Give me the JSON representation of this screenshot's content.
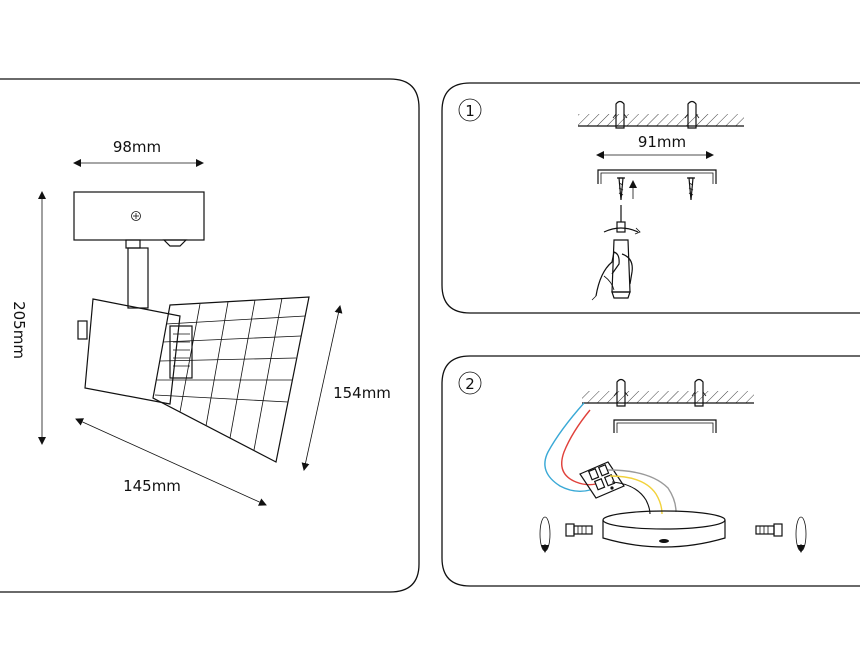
{
  "dimensions": {
    "width_top": "98mm",
    "height": "205mm",
    "depth": "145mm",
    "shade": "154mm"
  },
  "step1": {
    "number": "1",
    "spacing": "91mm"
  },
  "step2": {
    "number": "2"
  },
  "colors": {
    "line": "#111111",
    "wire_blue": "#3aa9d6",
    "wire_red": "#e0413b",
    "wire_yellow": "#f2d23b",
    "wire_grey": "#9a9a9a"
  }
}
